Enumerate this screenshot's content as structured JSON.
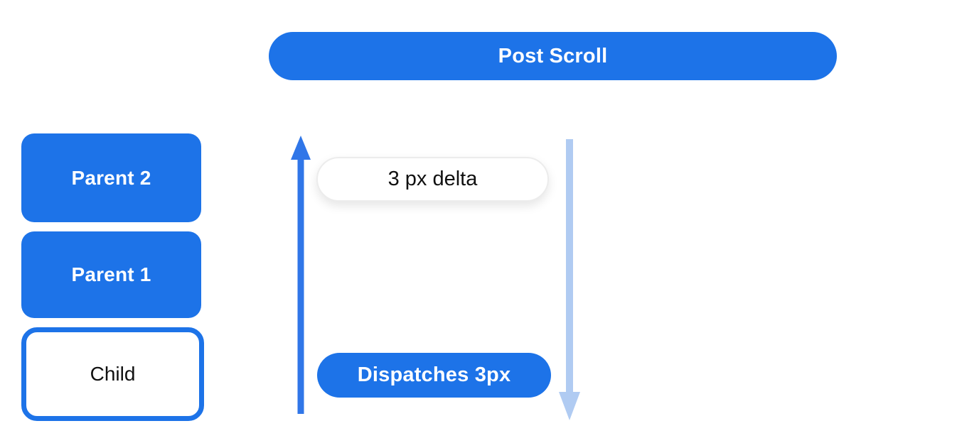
{
  "diagram": {
    "title_pill": {
      "label": "Post Scroll"
    },
    "nodes": [
      {
        "id": "parent-2",
        "label": "Parent 2",
        "style": "filled"
      },
      {
        "id": "parent-1",
        "label": "Parent 1",
        "style": "filled"
      },
      {
        "id": "child",
        "label": "Child",
        "style": "outlined"
      }
    ],
    "delta_pill": {
      "label": "3 px delta"
    },
    "dispatch_pill": {
      "label": "Dispatches 3px"
    },
    "arrows": [
      {
        "id": "up-arrow",
        "direction": "up",
        "color": "#3076e8"
      },
      {
        "id": "down-arrow",
        "direction": "down",
        "color": "#b0cbf2"
      }
    ],
    "colors": {
      "primary_blue": "#1d73e8",
      "arrow_blue": "#3076e8",
      "light_blue": "#b0cbf2",
      "pill_border": "#ececec",
      "text_on_blue": "#ffffff",
      "text_dark": "#101010",
      "background": "#ffffff"
    }
  }
}
